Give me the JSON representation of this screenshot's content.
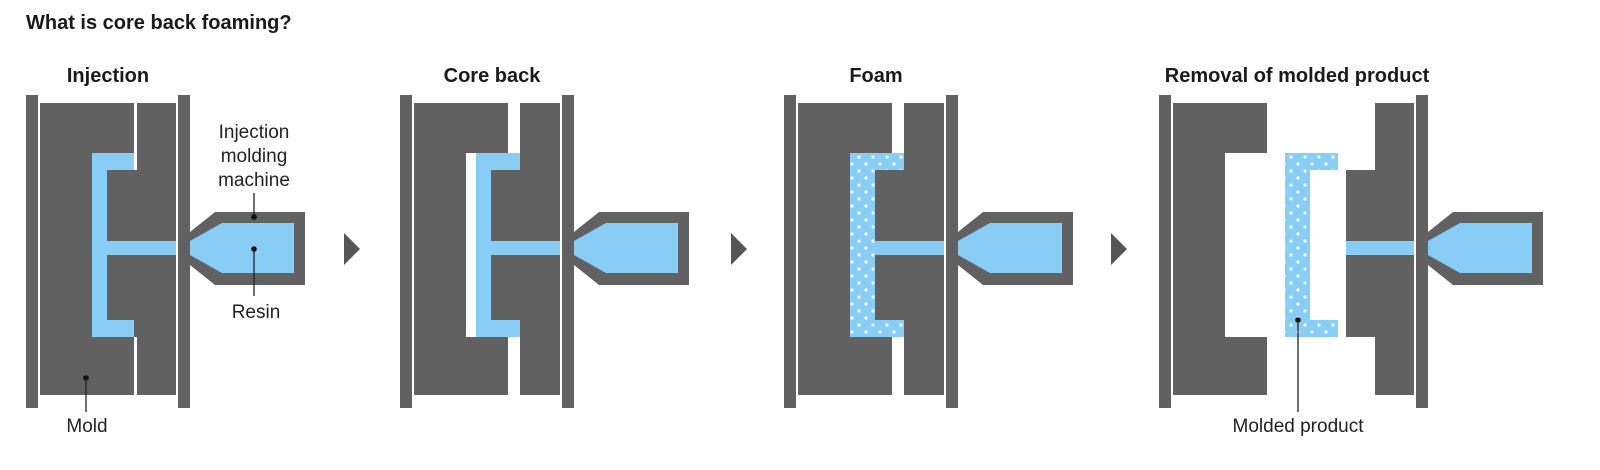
{
  "title": "What is core back foaming?",
  "steps": [
    {
      "title": "Injection"
    },
    {
      "title": "Core back"
    },
    {
      "title": "Foam"
    },
    {
      "title": "Removal of molded product"
    }
  ],
  "labels": {
    "machine_line1": "Injection",
    "machine_line2": "molding",
    "machine_line3": "machine",
    "resin": "Resin",
    "mold": "Mold",
    "molded_product": "Molded product"
  },
  "colors": {
    "mold": "#616161",
    "resin": "#87cdf5",
    "background": "#ffffff"
  },
  "icons": [
    "right-triangle-arrow-icon"
  ]
}
